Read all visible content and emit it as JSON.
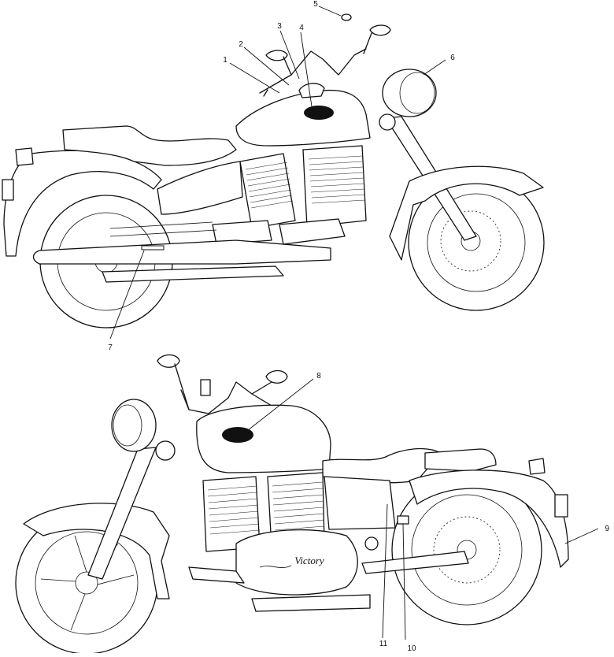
{
  "callouts": {
    "c1": "1",
    "c2": "2",
    "c3": "3",
    "c4": "4",
    "c5": "5",
    "c6": "6",
    "c7": "7",
    "c8": "8",
    "c9": "9",
    "c10": "10",
    "c11": "11"
  },
  "tank_emblem": {
    "logo_text": "Victory"
  }
}
